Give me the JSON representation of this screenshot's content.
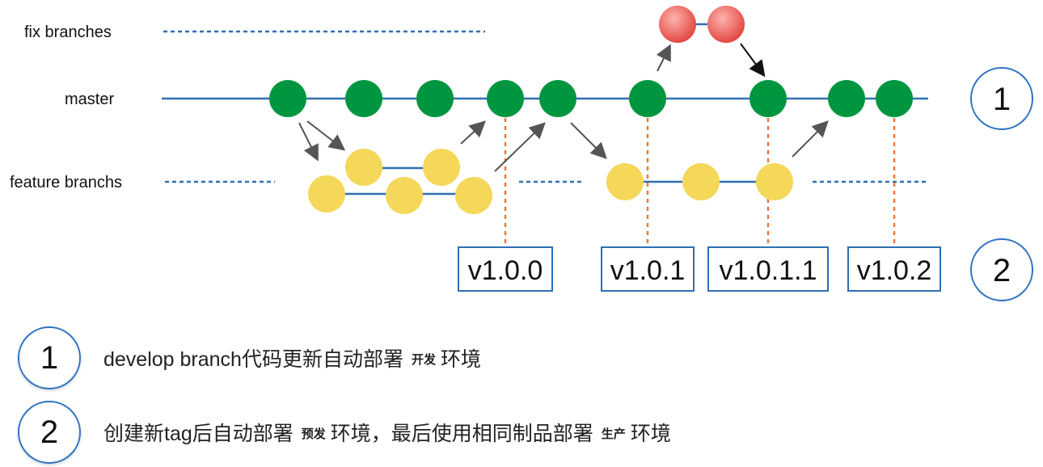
{
  "lanes": {
    "fix": "fix branches",
    "master": "master",
    "feature": "feature branchs"
  },
  "tags": [
    "v1.0.0",
    "v1.0.1",
    "v1.0.1.1",
    "v1.0.2"
  ],
  "stages": [
    "1",
    "2"
  ],
  "legend": [
    {
      "number": "1",
      "text_a": "develop branch代码更新自动部署",
      "env": "开发",
      "text_b": "环境"
    },
    {
      "number": "2",
      "text_a": "创建新tag后自动部署",
      "env": "预发",
      "text_b": "环境，最后使用相同制品部署",
      "env2": "生产",
      "text_c": "环境"
    }
  ],
  "colors": {
    "branch_line": "#2f6fb3",
    "master_commit": "#00963f",
    "feature_commit": "#f5d75a",
    "fix_commit": "#e8524a",
    "tag_connector": "#e37b3a",
    "arrow": "#555555"
  }
}
